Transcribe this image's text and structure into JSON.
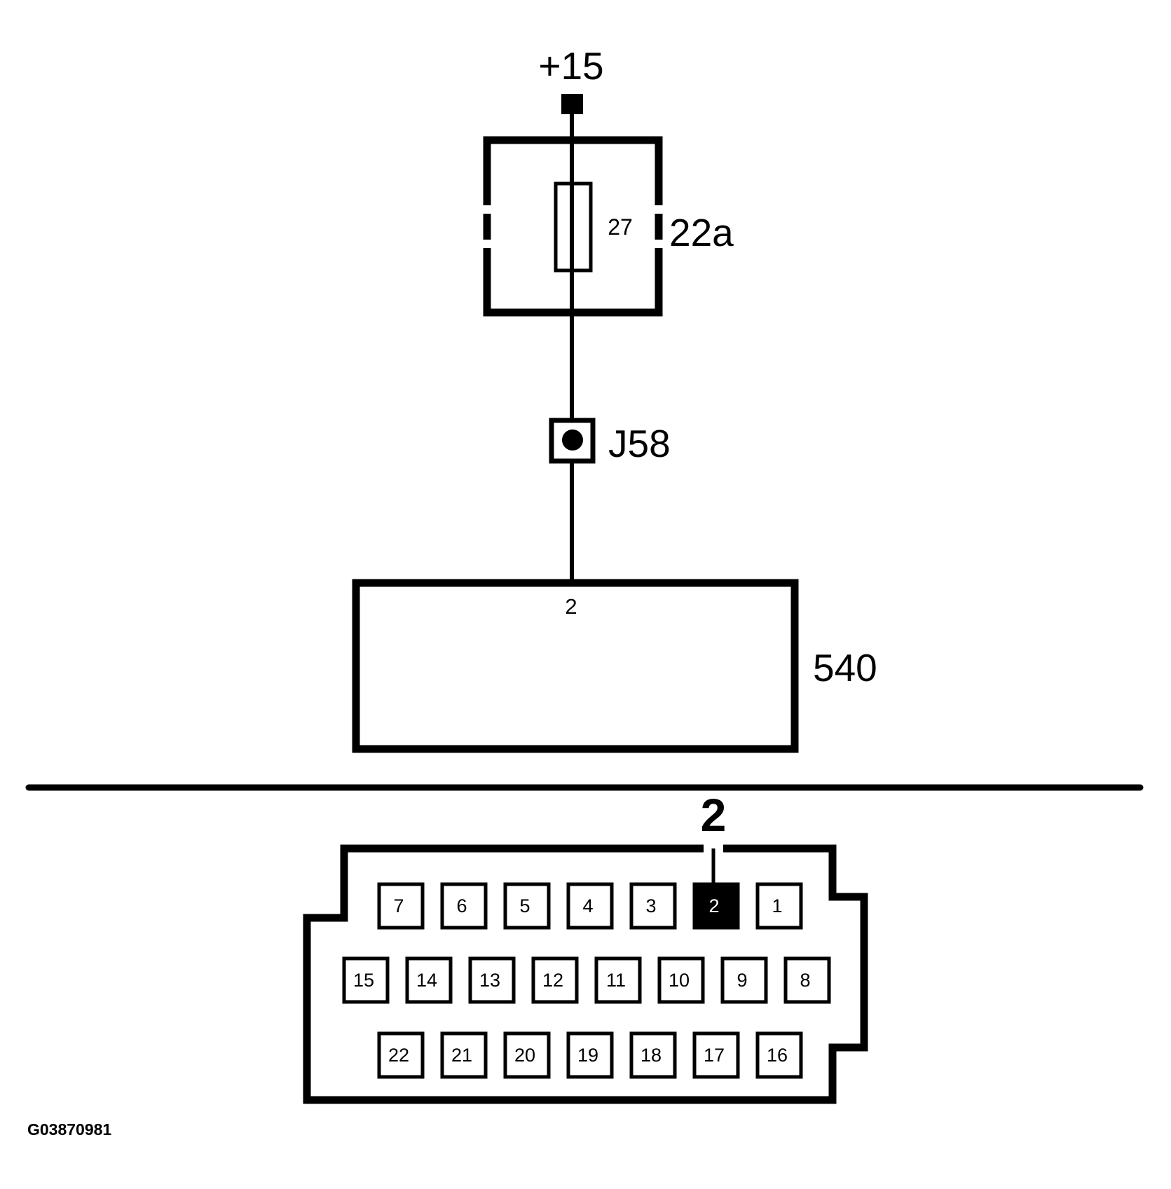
{
  "supply": {
    "label": "+15"
  },
  "fuse_box": {
    "label": "22a",
    "fuse_number": "27"
  },
  "junction": {
    "label": "J58"
  },
  "module": {
    "label": "540",
    "pin_label": "2"
  },
  "connector": {
    "callout": "2",
    "active_pin": "2",
    "rows": [
      [
        "7",
        "6",
        "5",
        "4",
        "3",
        "2",
        "1"
      ],
      [
        "15",
        "14",
        "13",
        "12",
        "11",
        "10",
        "9",
        "8"
      ],
      [
        "22",
        "21",
        "20",
        "19",
        "18",
        "17",
        "16"
      ]
    ]
  },
  "figure_id": "G03870981"
}
